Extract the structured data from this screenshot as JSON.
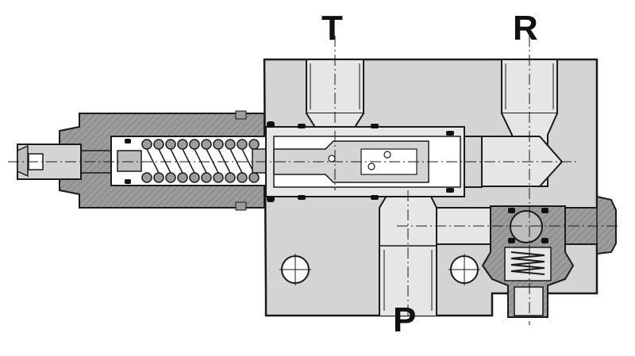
{
  "ports": {
    "t": "T",
    "r": "R",
    "p": "P"
  },
  "colors": {
    "body_fill": "#d4d4d4",
    "section_fill": "#9c9c9c",
    "inner_fill": "#ffffff",
    "outline": "#1a1a1a",
    "seal": "#111111"
  }
}
